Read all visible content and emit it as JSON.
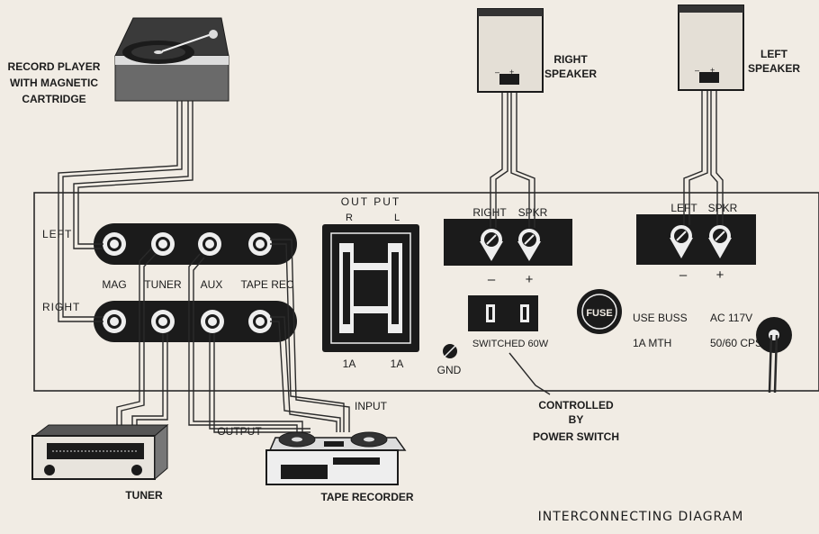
{
  "panel": {
    "left_label": "LEFT",
    "right_label": "RIGHT",
    "jack_labels": [
      "MAG",
      "TUNER",
      "AUX",
      "TAPE REC"
    ],
    "output_title": "OUT PUT",
    "output_r": "R",
    "output_l": "L",
    "fuse_r": "1A",
    "fuse_l": "1A",
    "gnd": "GND",
    "right_spkr_r": "RIGHT",
    "right_spkr_s": "SPKR",
    "left_spkr_l": "LEFT",
    "left_spkr_s": "SPKR",
    "minus": "–",
    "plus": "+",
    "switched": "SWITCHED 60W",
    "fuse_button": "FUSE",
    "use_buss": "USE BUSS",
    "mth": "1A MTH",
    "ac": "AC 117V",
    "cps": "50/60 CPS"
  },
  "devices": {
    "record_player": [
      "RECORD PLAYER",
      "WITH MAGNETIC",
      "CARTRIDGE"
    ],
    "right_speaker": [
      "RIGHT",
      "SPEAKER"
    ],
    "left_speaker": [
      "LEFT",
      "SPEAKER"
    ],
    "tuner": "TUNER",
    "tape_recorder": "TAPE RECORDER",
    "input": "INPUT",
    "output": "OUTPUT",
    "controlled": [
      "CONTROLLED",
      "BY",
      "POWER SWITCH"
    ]
  },
  "caption": "INTERCONNECTING DIAGRAM"
}
